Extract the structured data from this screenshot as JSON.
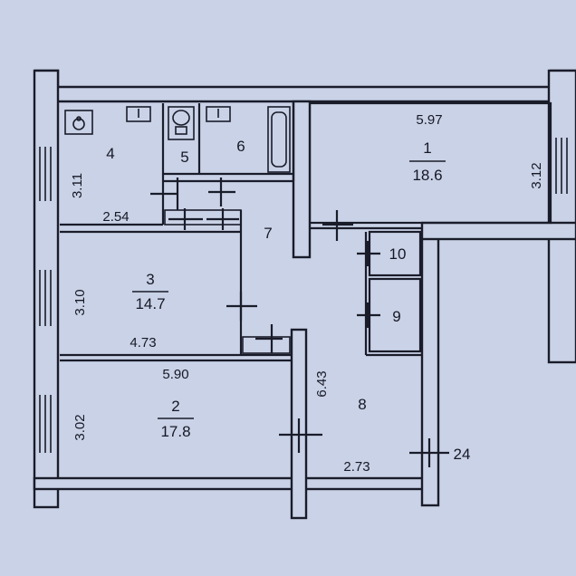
{
  "rooms": [
    {
      "id": "1",
      "area": "18.6",
      "width": "5.97",
      "depth": "3.12"
    },
    {
      "id": "2",
      "area": "17.8",
      "width": "5.90",
      "depth": "3.02"
    },
    {
      "id": "3",
      "area": "14.7",
      "width": "4.73",
      "depth": "3.10"
    },
    {
      "id": "4",
      "width": "2.54",
      "depth": "3.11"
    },
    {
      "id": "5"
    },
    {
      "id": "6"
    },
    {
      "id": "7"
    },
    {
      "id": "8",
      "length": "6.43",
      "width": "2.73",
      "extra": "24"
    },
    {
      "id": "9"
    },
    {
      "id": "10"
    }
  ]
}
